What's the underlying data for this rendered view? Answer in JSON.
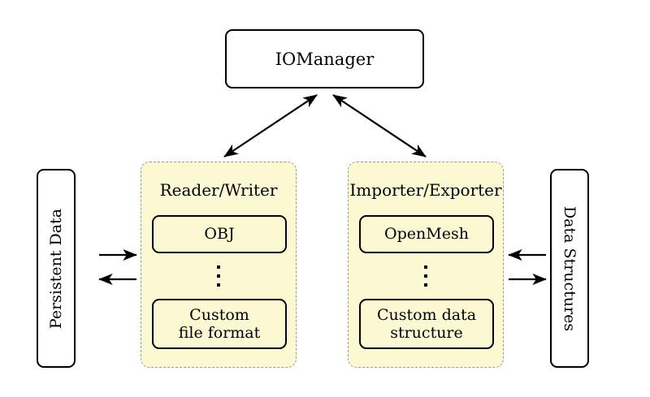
{
  "diagram": {
    "title_node": {
      "label": "IOManager"
    },
    "left_store": {
      "label": "Persistent Data"
    },
    "right_store": {
      "label": "Data Structures"
    },
    "groups": [
      {
        "title": "Reader/Writer",
        "top_item": "OBJ",
        "ellipsis": "vertical-dots",
        "bottom_item_line1": "Custom",
        "bottom_item_line2": "file format"
      },
      {
        "title": "Importer/Exporter",
        "top_item": "OpenMesh",
        "ellipsis": "vertical-dots",
        "bottom_item_line1": "Custom data",
        "bottom_item_line2": "structure"
      }
    ],
    "connections": [
      {
        "from": "IOManager",
        "to": "Reader/Writer",
        "style": "double-headed-diagonal"
      },
      {
        "from": "IOManager",
        "to": "Importer/Exporter",
        "style": "double-headed-diagonal"
      },
      {
        "from": "Persistent Data",
        "to": "Reader/Writer",
        "style": "single-arrow-right"
      },
      {
        "from": "Reader/Writer",
        "to": "Persistent Data",
        "style": "single-arrow-left"
      },
      {
        "from": "Data Structures",
        "to": "Importer/Exporter",
        "style": "single-arrow-left"
      },
      {
        "from": "Importer/Exporter",
        "to": "Data Structures",
        "style": "single-arrow-right"
      }
    ],
    "colors": {
      "group_fill": "#fcf8d2",
      "group_border": "#9a9a93",
      "node_border": "#000000",
      "node_fill": "#ffffff",
      "background": "#ffffff",
      "arrow": "#000000"
    }
  }
}
